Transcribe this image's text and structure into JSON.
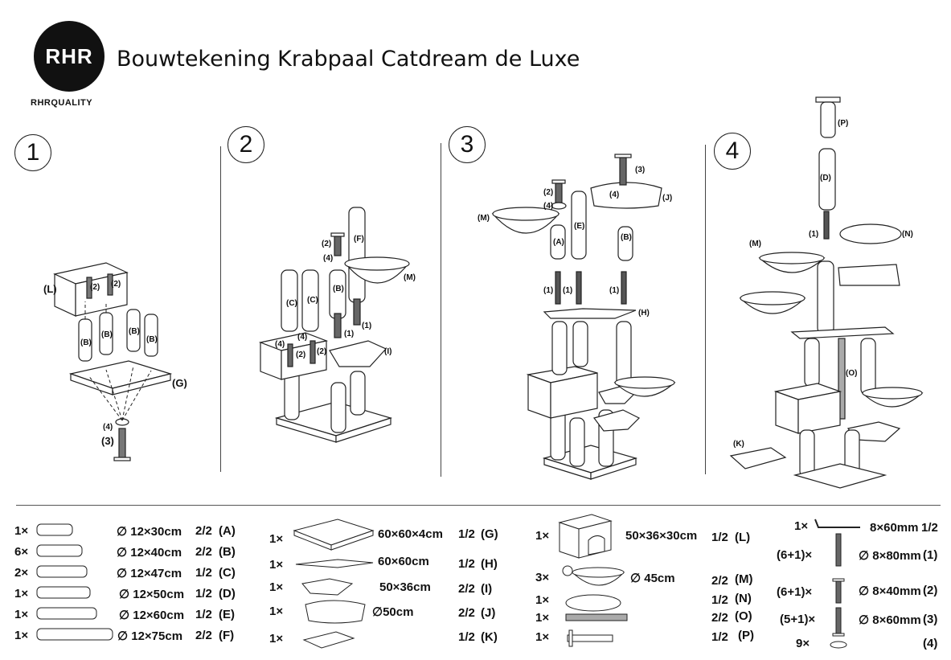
{
  "header": {
    "logo_text": "RHR",
    "brand": "RHRQUALITY",
    "title": "Bouwtekening Krabpaal Catdream de Luxe"
  },
  "steps": [
    "1",
    "2",
    "3",
    "4"
  ],
  "step1_labels": {
    "L": "(L)",
    "B1": "(B)",
    "B2": "(B)",
    "B3": "(B)",
    "B4": "(B)",
    "G": "(G)",
    "s2a": "(2)",
    "s2b": "(2)",
    "s4": "(4)",
    "s3": "(3)"
  },
  "step2_labels": {
    "F": "(F)",
    "M": "(M)",
    "B": "(B)",
    "C1": "(C)",
    "C2": "(C)",
    "I": "(I)",
    "s2a": "(2)",
    "s2b": "(2)",
    "s2c": "(2)",
    "s4a": "(4)",
    "s4b": "(4)",
    "s4c": "(4)",
    "s1a": "(1)",
    "s1b": "(1)"
  },
  "step3_labels": {
    "M": "(M)",
    "A": "(A)",
    "E": "(E)",
    "B": "(B)",
    "J": "(J)",
    "H": "(H)",
    "s2": "(2)",
    "s3": "(3)",
    "s4a": "(4)",
    "s4b": "(4)",
    "s1a": "(1)",
    "s1b": "(1)",
    "s1c": "(1)"
  },
  "step4_labels": {
    "P": "(P)",
    "D": "(D)",
    "M": "(M)",
    "N": "(N)",
    "O": "(O)",
    "K": "(K)",
    "s1": "(1)"
  },
  "parts": {
    "posts": [
      {
        "qty": "1×",
        "dim": "∅ 12×30cm",
        "frac": "2/2",
        "code": "(A)"
      },
      {
        "qty": "6×",
        "dim": "∅ 12×40cm",
        "frac": "2/2",
        "code": "(B)"
      },
      {
        "qty": "2×",
        "dim": "∅ 12×47cm",
        "frac": "1/2",
        "code": "(C)"
      },
      {
        "qty": "1×",
        "dim": "∅ 12×50cm",
        "frac": "1/2",
        "code": "(D)"
      },
      {
        "qty": "1×",
        "dim": "∅ 12×60cm",
        "frac": "1/2",
        "code": "(E)"
      },
      {
        "qty": "1×",
        "dim": "∅ 12×75cm",
        "frac": "2/2",
        "code": "(F)"
      }
    ],
    "boards": [
      {
        "qty": "1×",
        "dim": "60×60×4cm",
        "frac": "1/2",
        "code": "(G)"
      },
      {
        "qty": "1×",
        "dim": "60×60cm",
        "frac": "1/2",
        "code": "(H)"
      },
      {
        "qty": "1×",
        "dim": "50×36cm",
        "frac": "2/2",
        "code": "(I)"
      },
      {
        "qty": "1×",
        "dim": "∅50cm",
        "frac": "2/2",
        "code": "(J)"
      },
      {
        "qty": "1×",
        "dim": "",
        "frac": "1/2",
        "code": "(K)"
      }
    ],
    "extras": [
      {
        "qty": "1×",
        "dim": "50×36×30cm",
        "frac": "1/2",
        "code": "(L)"
      },
      {
        "qty": "3×",
        "dim": "∅ 45cm",
        "frac": "2/2",
        "code": "(M)"
      },
      {
        "qty": "1×",
        "dim": "",
        "frac": "1/2",
        "code": "(N)"
      },
      {
        "qty": "1×",
        "dim": "",
        "frac": "2/2",
        "code": "(O)"
      },
      {
        "qty": "1×",
        "dim": "",
        "frac": "1/2",
        "code": "(P)"
      }
    ],
    "hardware": [
      {
        "qty": "1×",
        "dim": "8×60mm",
        "code": "1/2"
      },
      {
        "qty": "(6+1)×",
        "dim": "∅ 8×80mm",
        "code": "(1)"
      },
      {
        "qty": "(6+1)×",
        "dim": "∅ 8×40mm",
        "code": "(2)"
      },
      {
        "qty": "(5+1)×",
        "dim": "∅ 8×60mm",
        "code": "(3)"
      },
      {
        "qty": "9×",
        "dim": "",
        "code": "(4)"
      }
    ]
  },
  "icons": [
    "rhr-logo",
    "post-icon",
    "board-icon",
    "cathouse-icon",
    "bowl-icon",
    "cushion-icon",
    "rope-icon",
    "hammock-tube-icon",
    "allen-key-icon",
    "screw-icon",
    "washer-icon"
  ]
}
